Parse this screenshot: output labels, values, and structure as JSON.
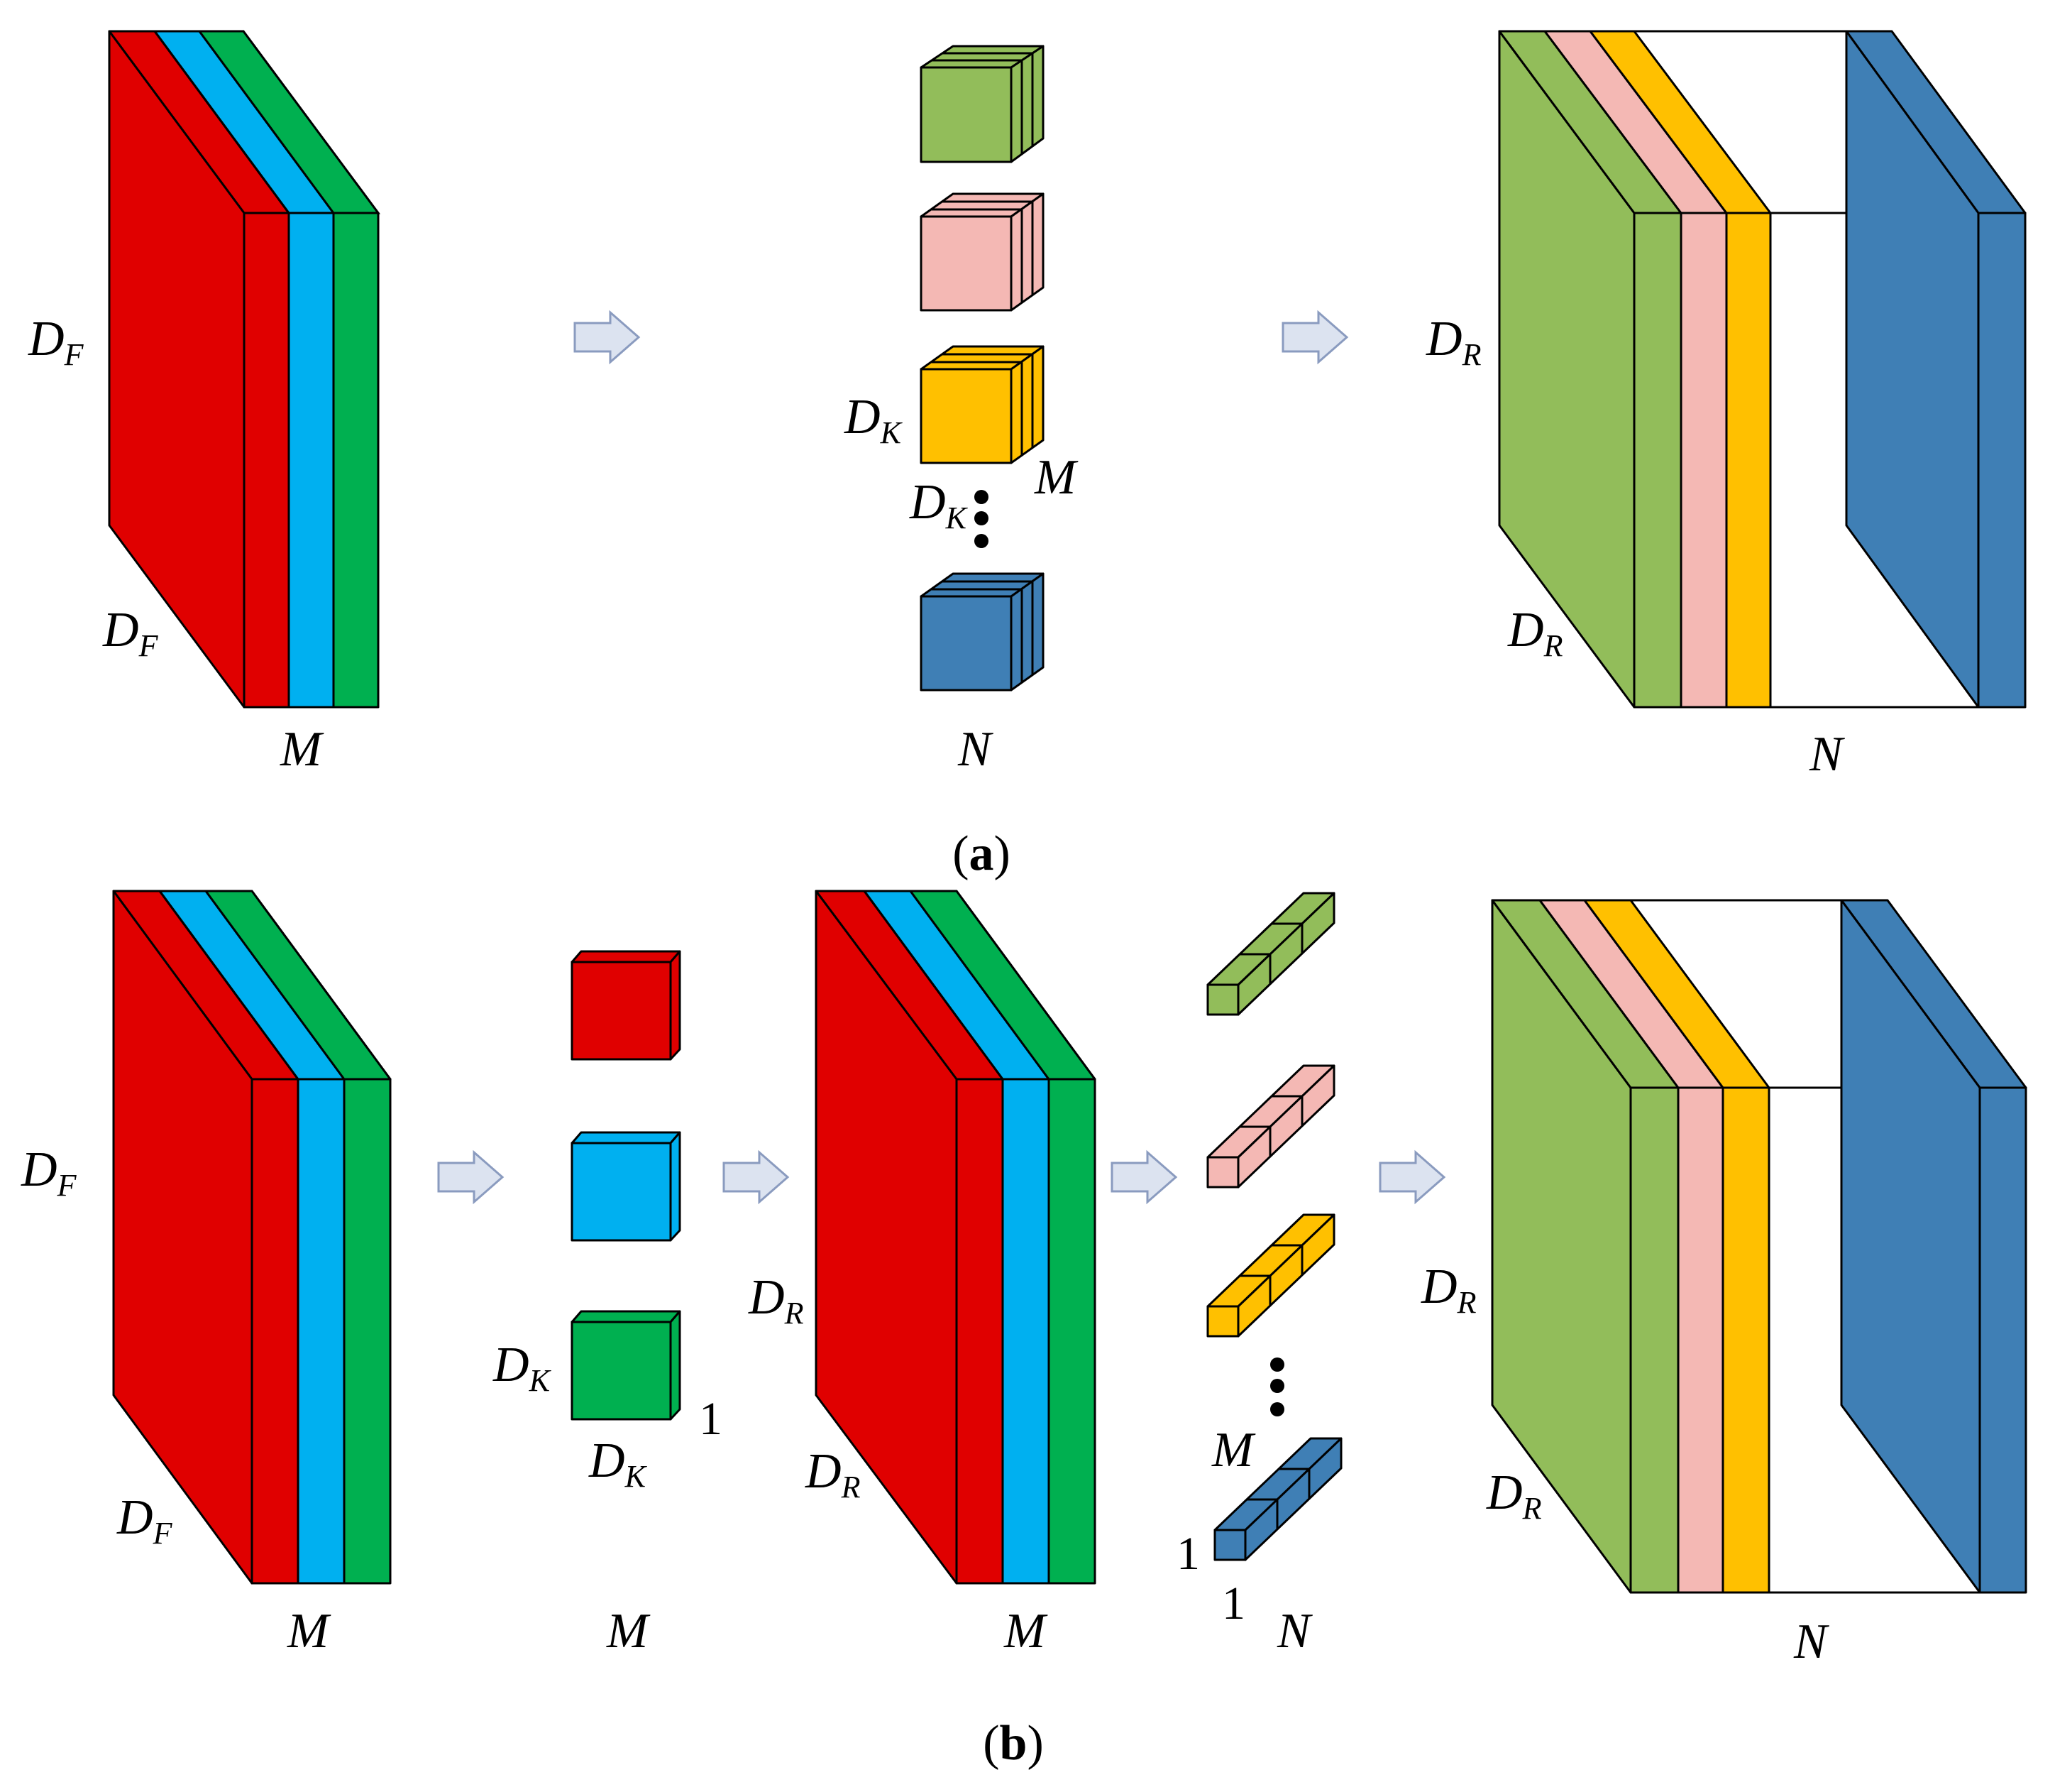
{
  "colors": {
    "red": "#E00000",
    "cyan": "#00B0F0",
    "green": "#00B050",
    "lightgreen": "#92BD5A",
    "pink": "#F4B8B4",
    "yellow": "#FFC000",
    "blue": "#3F7FB5",
    "arrow_fill": "#DCE3F0",
    "arrow_stroke": "#8A9BBF"
  },
  "panel_a": {
    "caption_open": "(",
    "caption_letter": "a",
    "caption_close": ")",
    "input": {
      "height_label": "D",
      "height_sub": "F",
      "depth_label": "D",
      "depth_sub": "F",
      "channels_label": "M"
    },
    "kernels": {
      "size_label": "D",
      "size_sub": "K",
      "depth_label": "D",
      "depth_sub": "K",
      "channels_label": "M",
      "count_label": "N"
    },
    "output": {
      "height_label": "D",
      "height_sub": "R",
      "depth_label": "D",
      "depth_sub": "R",
      "channels_label": "N"
    }
  },
  "panel_b": {
    "caption_open": "(",
    "caption_letter": "b",
    "caption_close": ")",
    "input": {
      "height_label": "D",
      "height_sub": "F",
      "depth_label": "D",
      "depth_sub": "F",
      "channels_label": "M"
    },
    "depthwise_kernels": {
      "size_label": "D",
      "size_sub": "K",
      "width_label": "D",
      "width_sub": "K",
      "depth_label": "1",
      "count_label": "M"
    },
    "intermediate": {
      "height_label": "D",
      "height_sub": "R",
      "depth_label": "D",
      "depth_sub": "R",
      "channels_label": "M"
    },
    "pointwise_kernels": {
      "channels_label": "M",
      "height_label": "1",
      "width_label": "1",
      "count_label": "N"
    },
    "output": {
      "height_label": "D",
      "height_sub": "R",
      "depth_label": "D",
      "depth_sub": "R",
      "channels_label": "N"
    }
  }
}
